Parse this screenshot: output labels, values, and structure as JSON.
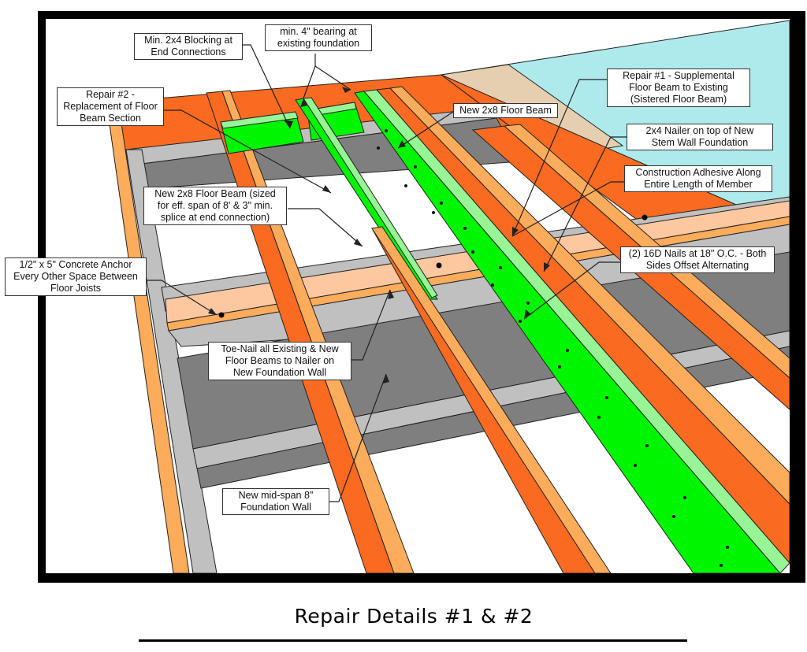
{
  "title": "Repair Details #1 & #2",
  "colors": {
    "existing_beam": "#fb6a21",
    "existing_beam_top": "#fdac5c",
    "new_beam": "#00f500",
    "new_beam_top": "#97f596",
    "foundation_dark": "#7f7f7f",
    "foundation_light": "#c0c0c0",
    "nailer": "#fdc8a0",
    "sky": "#aeeaeb",
    "ground": "#e6cfb1",
    "frame": "#000000"
  },
  "callouts": {
    "blocking": "Min. 2x4 Blocking at\nEnd Connections",
    "bearing": "min. 4\" bearing at\nexisting foundation",
    "repair2": "Repair #2 -\nReplacement of Floor\nBeam Section",
    "new_beam_top": "New 2x8 Floor Beam",
    "repair1": "Repair #1 - Supplemental\nFloor Beam to Existing\n(Sistered Floor Beam)",
    "nailer": "2x4 Nailer on top of New\nStem Wall Foundation",
    "adhesive": "Construction Adhesive Along\nEntire Length of Member",
    "new_beam_sized": "New 2x8 Floor Beam (sized\nfor eff. span of 8' & 3\" min.\nsplice at end connection)",
    "anchor": "1/2\" x 5\" Concrete Anchor\nEvery Other Space Between\nFloor Joists",
    "nails": "(2) 16D Nails at 18\" O.C. - Both\nSides Offset Alternating",
    "toenail": "Toe-Nail all Existing & New\nFloor Beams to Nailer on\nNew Foundation Wall",
    "midspan": "New mid-span 8\"\nFoundation Wall"
  }
}
